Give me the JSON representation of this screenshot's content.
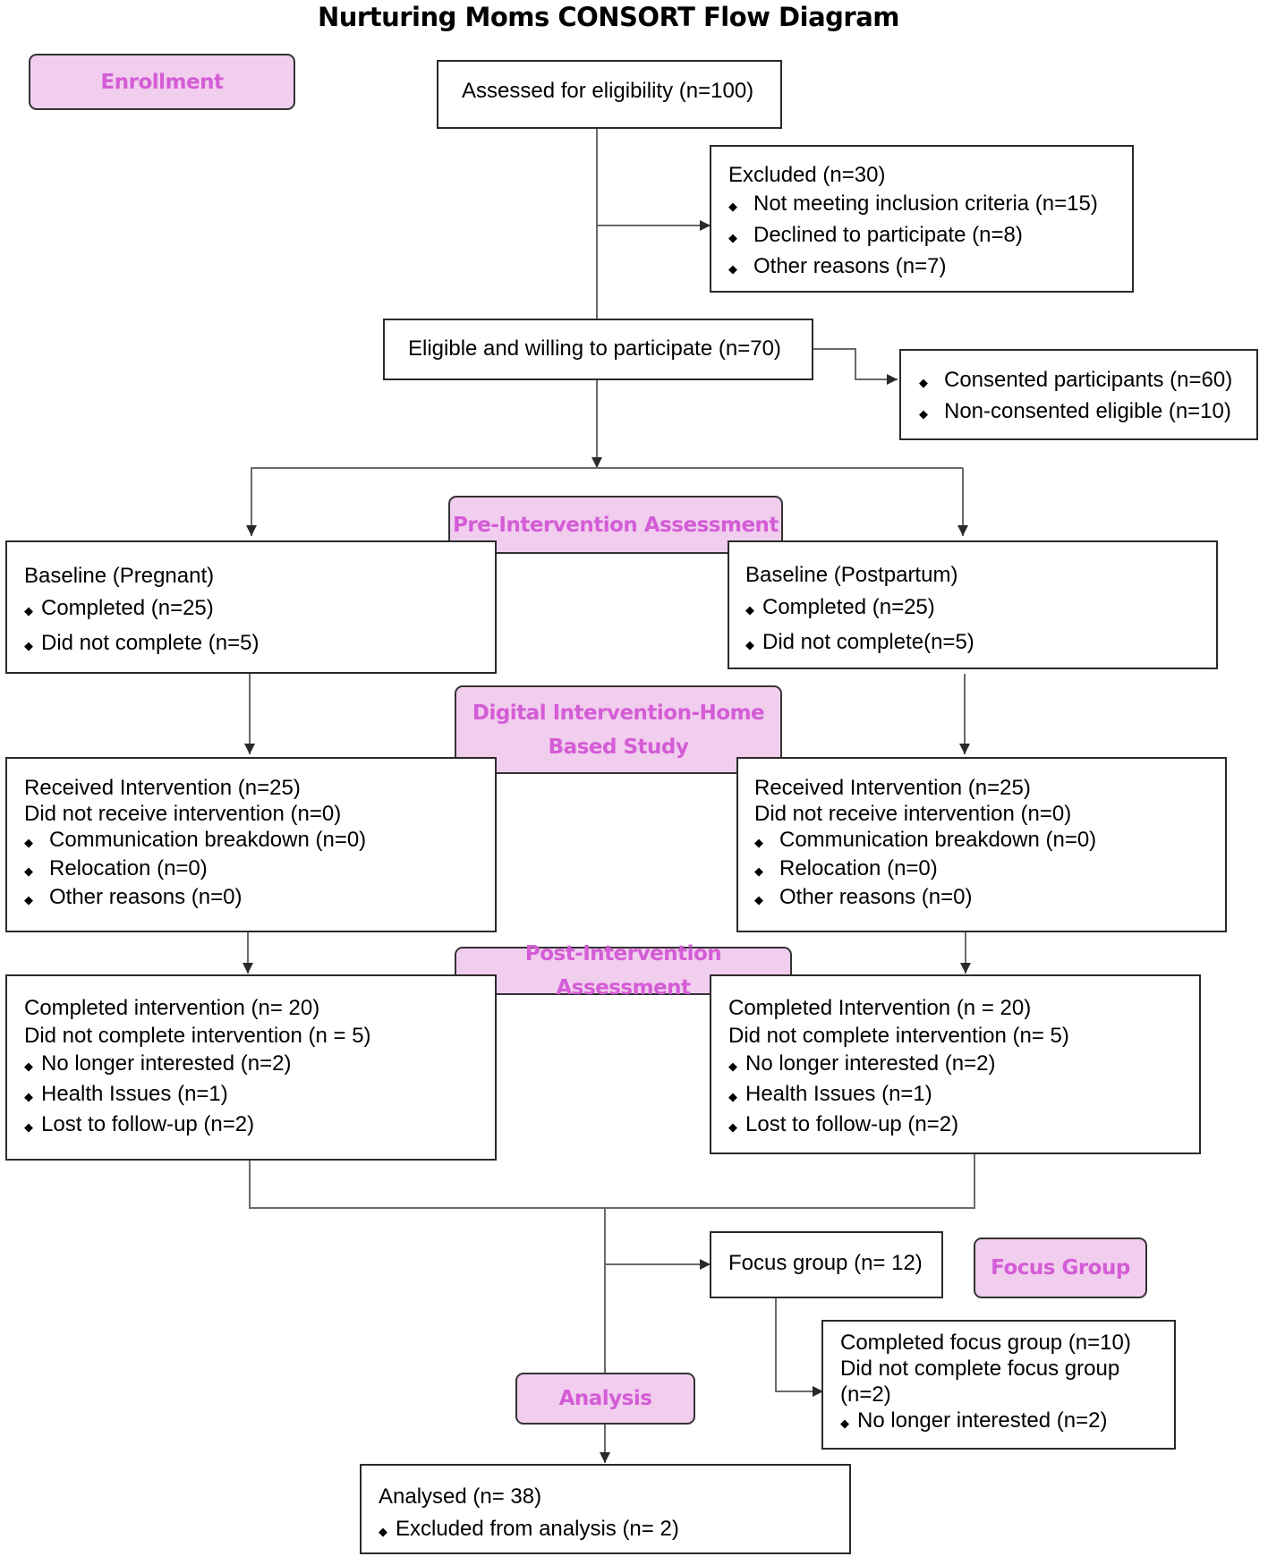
{
  "title": "Nurturing Moms CONSORT Flow Diagram",
  "phases": {
    "enrollment": "Enrollment",
    "pre": "Pre-Intervention Assessment",
    "digital_line1": "Digital Intervention-Home",
    "digital_line2": "Based Study",
    "post": "Post-Intervention Assessment",
    "focus": "Focus Group",
    "analysis": "Analysis"
  },
  "assessed": "Assessed for eligibility (n=100)",
  "excluded": {
    "heading": "Excluded (n=30)",
    "items": [
      "Not meeting inclusion criteria (n=15)",
      "Declined to participate (n=8)",
      "Other reasons (n=7)"
    ]
  },
  "eligible": "Eligible and willing to participate (n=70)",
  "consent": {
    "items": [
      "Consented participants (n=60)",
      "Non-consented eligible (n=10)"
    ]
  },
  "baseline_pregnant": {
    "heading": "Baseline (Pregnant)",
    "items": [
      "Completed (n=25)",
      "Did not complete (n=5)"
    ]
  },
  "baseline_postpartum": {
    "heading": "Baseline (Postpartum)",
    "items": [
      "Completed (n=25)",
      "Did not complete(n=5)"
    ]
  },
  "intervention_left": {
    "line1": "Received Intervention (n=25)",
    "line2": "Did not receive intervention (n=0)",
    "items": [
      "Communication breakdown (n=0)",
      "Relocation (n=0)",
      "Other reasons (n=0)"
    ]
  },
  "intervention_right": {
    "line1": "Received Intervention (n=25)",
    "line2": "Did not receive intervention (n=0)",
    "items": [
      "Communication breakdown (n=0)",
      "Relocation (n=0)",
      "Other reasons (n=0)"
    ]
  },
  "post_left": {
    "line1": "Completed intervention (n= 20)",
    "line2": "Did not complete intervention (n = 5)",
    "items": [
      "No longer interested (n=2)",
      "Health Issues (n=1)",
      "Lost to follow-up (n=2)"
    ]
  },
  "post_right": {
    "line1": "Completed Intervention (n = 20)",
    "line2": "Did not complete intervention (n= 5)",
    "items": [
      "No longer interested (n=2)",
      "Health Issues (n=1)",
      "Lost to follow-up (n=2)"
    ]
  },
  "focus_group": "Focus group (n= 12)",
  "focus_detail": {
    "line1": "Completed focus group (n=10)",
    "line2": "Did not complete focus group",
    "line3": "(n=2)",
    "items": [
      "No longer interested (n=2)"
    ]
  },
  "analysed": {
    "heading": "Analysed (n= 38)",
    "items": [
      "Excluded from analysis (n= 2)"
    ]
  },
  "colors": {
    "phase_fill": "#f1cdee",
    "phase_text": "#d45cd6",
    "line": "#2a2a2a"
  },
  "icons": {
    "bullet": "diamond-bullet-icon"
  }
}
